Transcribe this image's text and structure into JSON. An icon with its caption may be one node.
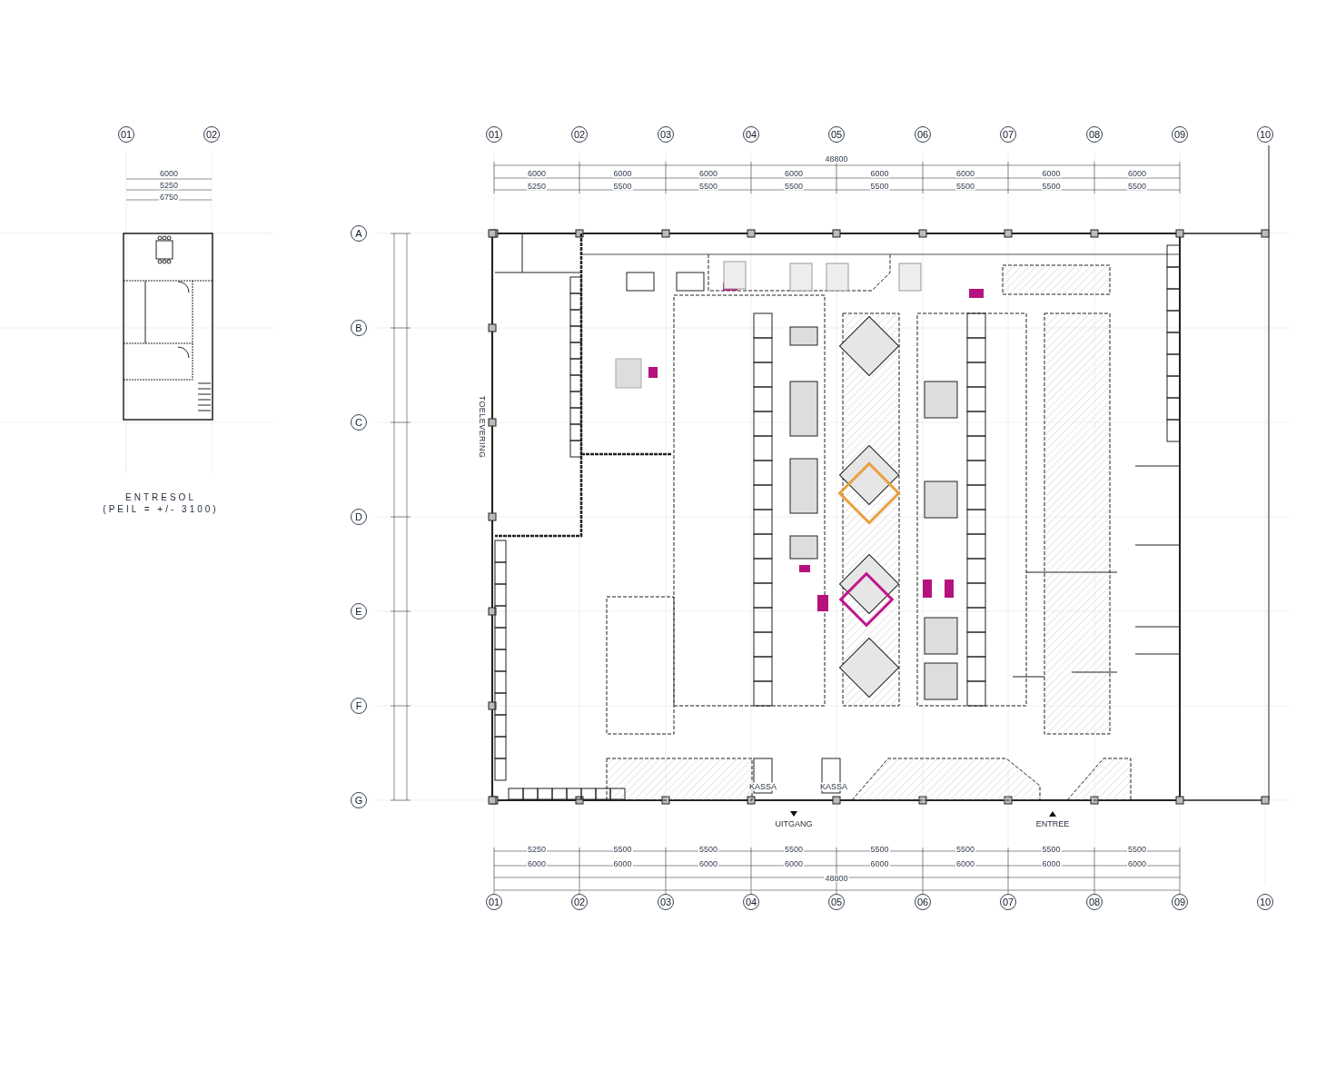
{
  "diagram": {
    "nodes": [
      {
        "text": [
          "01"
        ]
      },
      {
        "text": [
          "02"
        ]
      },
      {
        "text": [
          "01"
        ]
      },
      {
        "text": [
          "02"
        ]
      },
      {
        "text": [
          "03"
        ]
      },
      {
        "text": [
          "04"
        ]
      },
      {
        "text": [
          "05"
        ]
      },
      {
        "text": [
          "06"
        ]
      },
      {
        "text": [
          "07"
        ]
      },
      {
        "text": [
          "08"
        ]
      },
      {
        "text": [
          "09"
        ]
      },
      {
        "text": [
          "10"
        ]
      },
      {
        "text": [
          "A"
        ]
      },
      {
        "text": [
          "B"
        ]
      },
      {
        "text": [
          "C"
        ]
      },
      {
        "text": [
          "D"
        ]
      },
      {
        "text": [
          "E"
        ]
      },
      {
        "text": [
          "F"
        ]
      },
      {
        "text": [
          "G"
        ]
      },
      {
        "text": [
          "01"
        ]
      },
      {
        "text": [
          "02"
        ]
      },
      {
        "text": [
          "03"
        ]
      },
      {
        "text": [
          "04"
        ]
      },
      {
        "text": [
          "05"
        ]
      },
      {
        "text": [
          "06"
        ]
      },
      {
        "text": [
          "07"
        ]
      },
      {
        "text": [
          "08"
        ]
      },
      {
        "text": [
          "09"
        ]
      },
      {
        "text": [
          "10"
        ]
      }
    ],
    "edges": [],
    "labels": [
      "6000",
      "5250",
      "6750",
      "48800",
      "6000",
      "6000",
      "6000",
      "6000",
      "6000",
      "6000",
      "6000",
      "6000",
      "5250",
      "5500",
      "5500",
      "5500",
      "5500",
      "5500",
      "5500",
      "5500",
      "TOELEVERING",
      "KASSA",
      "KASSA",
      "UITGANG",
      "ENTREE",
      "5250",
      "5500",
      "5500",
      "5500",
      "5500",
      "5500",
      "5500",
      "5500",
      "6000",
      "6000",
      "6000",
      "6000",
      "6000",
      "6000",
      "6000",
      "6000",
      "48800",
      "ENTRESOL",
      "(PEIL = +/- 3100)"
    ]
  }
}
